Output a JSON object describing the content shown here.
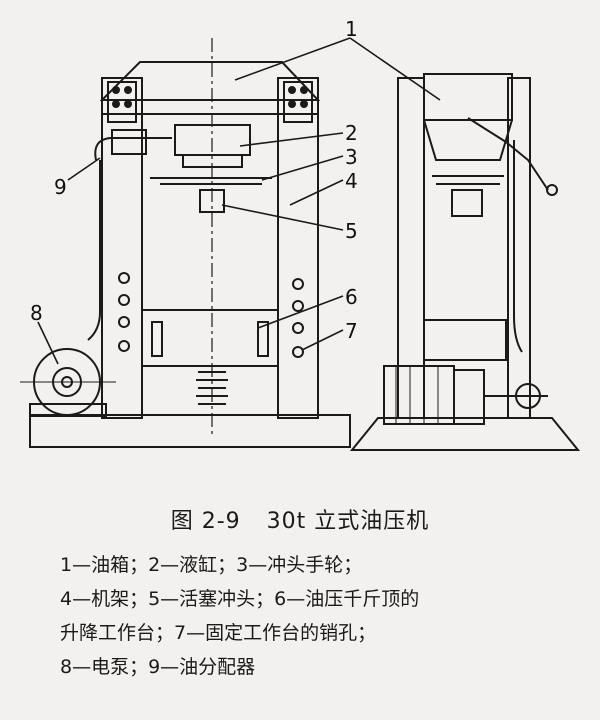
{
  "figure": {
    "number": "图 2-9",
    "title": "30t 立式油压机"
  },
  "callouts": [
    "1",
    "2",
    "3",
    "4",
    "5",
    "6",
    "7",
    "8",
    "9"
  ],
  "legend": {
    "line1": "1—油箱；2—液缸；3—冲头手轮；",
    "line2": "4—机架；5—活塞冲头；6—油压千斤顶的",
    "line3": "升降工作台；7—固定工作台的销孔；",
    "line4": "8—电泵；9—油分配器"
  },
  "colors": {
    "ink": "#1a1a1a",
    "paper": "#f3f1ef"
  }
}
